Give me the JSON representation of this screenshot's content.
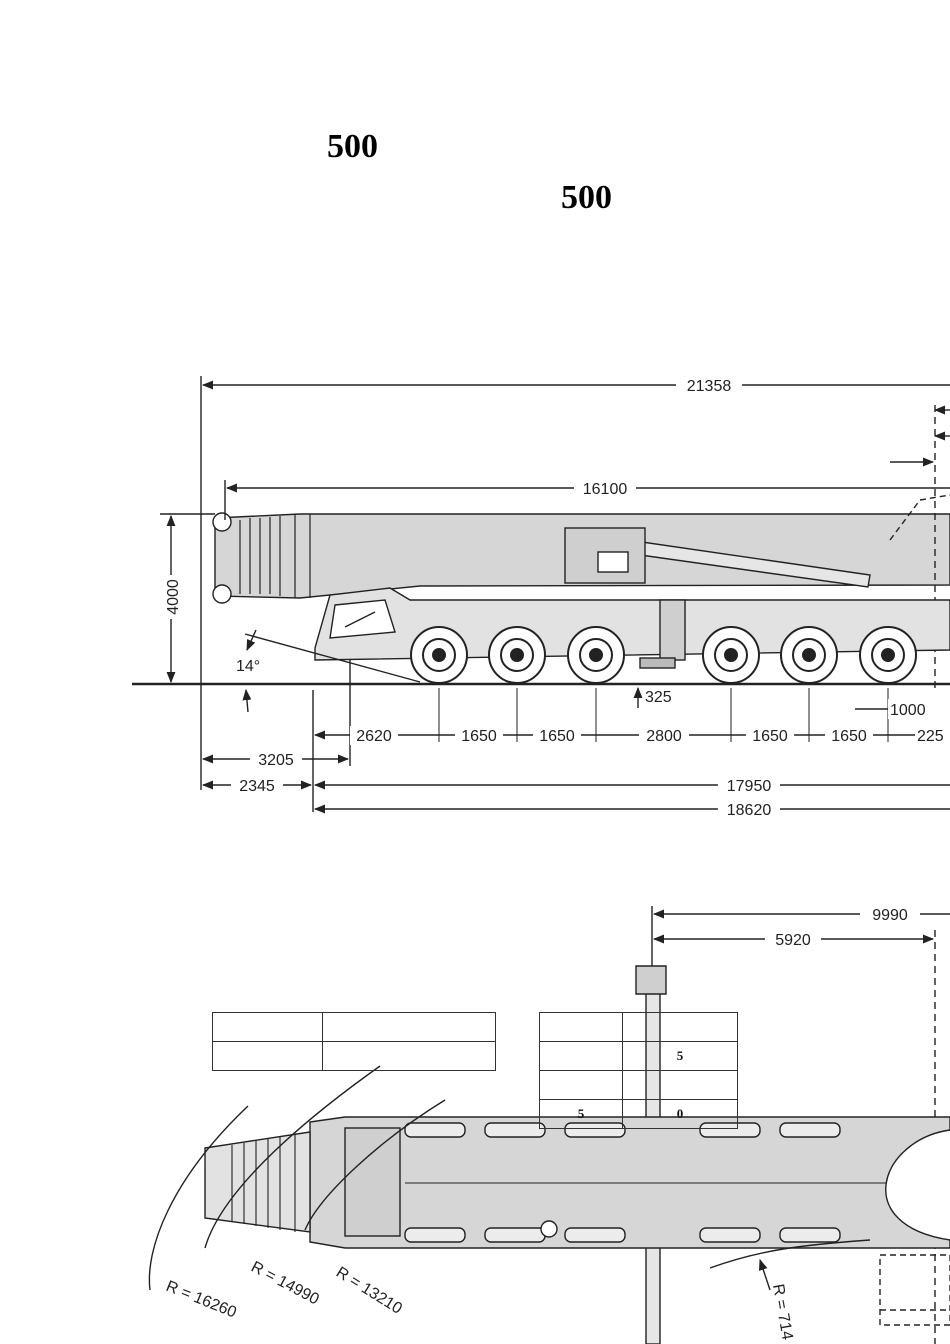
{
  "headings": {
    "line1": "500",
    "line2": "500"
  },
  "side_view": {
    "overall_length": "21358",
    "boom_length": "16100",
    "height": "4000",
    "approach_angle": "14°",
    "ground_clearance": "325",
    "front_overhang": "3205",
    "front_bumper": "2345",
    "axle_spacings": [
      "2620",
      "1650",
      "1650",
      "2800",
      "1650",
      "1650",
      "225"
    ],
    "rear_offset": "1000",
    "length_17950": "17950",
    "length_18620": "18620"
  },
  "top_view": {
    "outrigger_span_outer": "9990",
    "outrigger_span_inner": "5920",
    "turning_radii": [
      "R = 16260",
      "R = 14990",
      "R = 13210",
      "R = 714"
    ]
  },
  "tables": {
    "right_cells": {
      "r2c2": "5",
      "r4c1": "5",
      "r4c2": "0"
    }
  },
  "colors": {
    "line": "#222222",
    "fill": "#d6d6d6",
    "paper": "#ffffff"
  }
}
